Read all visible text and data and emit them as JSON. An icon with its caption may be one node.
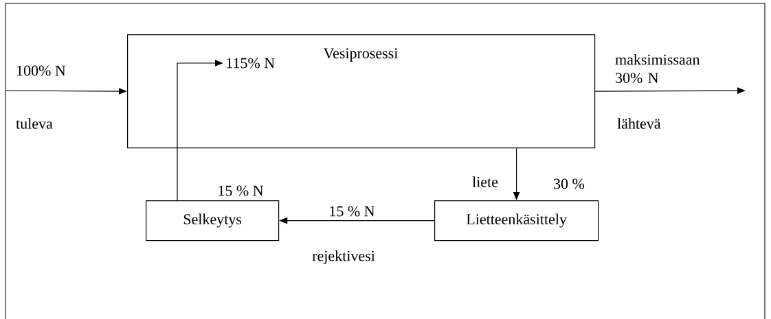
{
  "diagram": {
    "nodes": [
      {
        "text": [
          "Vesiprosessi"
        ]
      },
      {
        "text": [
          "115% N"
        ],
        "in": 0
      },
      {
        "text": [
          "Lietteenkäsittely"
        ]
      },
      {
        "text": [
          "Selkeytys"
        ]
      }
    ],
    "edges": [
      {
        "from": null,
        "to": 0,
        "arrow": "to",
        "label": "100% N"
      },
      {
        "from": 0,
        "to": null,
        "arrow": "to",
        "label": "maksimissaan 30% N"
      },
      {
        "from": 0,
        "to": 2,
        "arrow": "to",
        "label": "liete"
      },
      {
        "from": 2,
        "to": 3,
        "arrow": "to",
        "label": "15 % N"
      },
      {
        "from": 3,
        "to": 1,
        "arrow": "to",
        "label": "15 % N"
      }
    ],
    "labels": [
      "tuleva",
      "lähtevä",
      "30 %",
      "rejektivesi"
    ]
  }
}
